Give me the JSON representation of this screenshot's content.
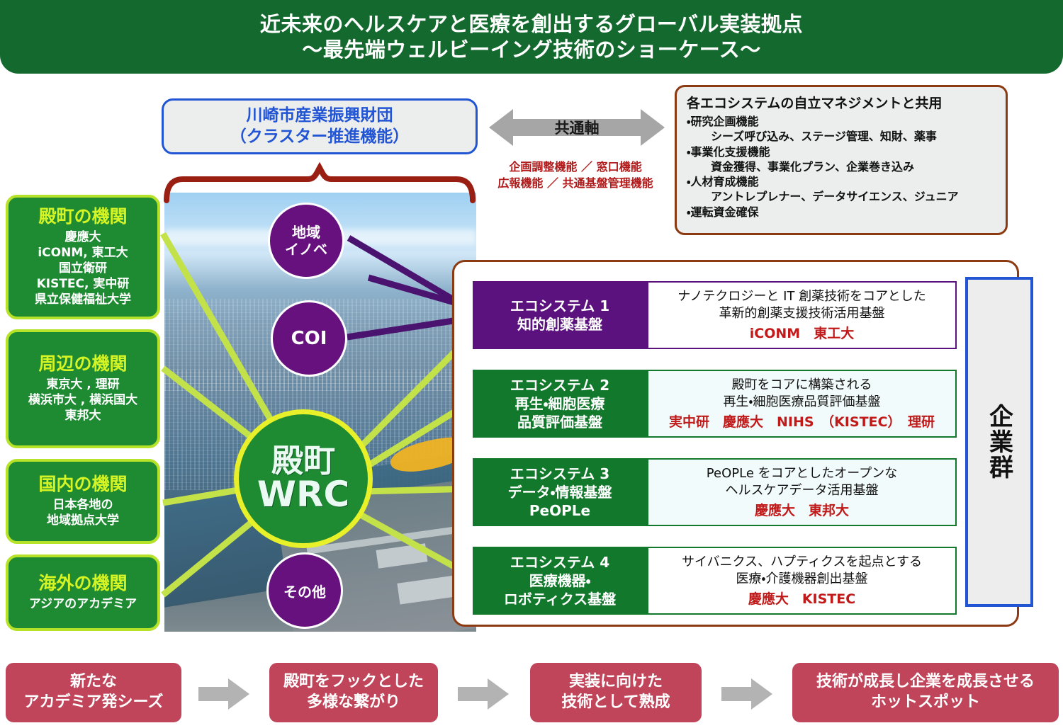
{
  "header": {
    "line1": "近未来のヘルスケアと医療を創出するグローバル実装拠点",
    "line2": "～最先端ウェルビーイング技術のショーケース～",
    "bg_color": "#14692f"
  },
  "kawasaki": {
    "line1": "川崎市産業振興財団",
    "line2": "（クラスター推進機能）",
    "border_color": "#2255d4",
    "text_color": "#2255d4"
  },
  "axis": {
    "label": "共通軸",
    "arrow_color": "#a6a6a6",
    "functions_line1": "企画調整機能 ／ 窓口機能",
    "functions_line2": "広報機能 ／ 共通基盤管理機能",
    "functions_color": "#b01a1a"
  },
  "management": {
    "title": "各エコシステムの自立マネジメントと共用",
    "items": [
      {
        "bullet": "・研究企画機能",
        "detail": "シーズ呼び込み、ステージ管理、知財、薬事"
      },
      {
        "bullet": "・事業化支援機能",
        "detail": "資金獲得、事業化プラン、企業巻き込み"
      },
      {
        "bullet": "・人材育成機能",
        "detail": "アントレプレナー、データサイエンス、ジュニア"
      },
      {
        "bullet": "・運転資金確保",
        "detail": ""
      }
    ],
    "border_color": "#8c3a12"
  },
  "organizations": [
    {
      "title": "殿町の機関",
      "body": "慶應大\niCONM, 東工大\n国立衛研\nKISTEC, 実中研\n県立保健福祉大学",
      "lines": [
        "慶應大",
        "iCONM, 東工大",
        "国立衛研",
        "KISTEC, 実中研",
        "県立保健福祉大学"
      ]
    },
    {
      "title": "周辺の機関",
      "lines": [
        "東京大 , 理研",
        "横浜市大 , 横浜国大",
        "東邦大"
      ]
    },
    {
      "title": "国内の機関",
      "lines": [
        "日本各地の",
        "地域拠点大学"
      ]
    },
    {
      "title": "海外の機関",
      "lines": [
        "アジアのアカデミア"
      ]
    }
  ],
  "circles": [
    {
      "name": "chiiki-inobe",
      "lines": [
        "地域",
        "イノベ"
      ],
      "color": "#66117e"
    },
    {
      "name": "coi",
      "lines": [
        "COI"
      ],
      "color": "#66117e"
    },
    {
      "name": "sonota",
      "lines": [
        "その他"
      ],
      "color": "#66117e"
    }
  ],
  "hub": {
    "line1": "殿町",
    "line2": "WRC",
    "fill_color": "#1e8b33",
    "ring_color": "#e8f02a"
  },
  "ecosystems": [
    {
      "tag_lines": [
        "エコシステム 1",
        "知的創薬基盤"
      ],
      "tag_color": "#5b127e",
      "desc_lines": [
        "ナノテクロジーと IT 創薬技術をコアとした",
        "革新的創薬支援技術活用基盤"
      ],
      "orgs": "iCONM　東工大"
    },
    {
      "tag_lines": [
        "エコシステム 2",
        "再生・細胞医療",
        "品質評価基盤"
      ],
      "tag_color": "#12792c",
      "desc_lines": [
        "殿町をコアに構築される",
        "再生・細胞医療品質評価基盤"
      ],
      "orgs": "実中研　慶應大　NIHS　（KISTEC）　理研"
    },
    {
      "tag_lines": [
        "エコシステム 3",
        "データ・情報基盤",
        "PeOPLe"
      ],
      "tag_color": "#12792c",
      "desc_lines": [
        "PeOPLe をコアとしたオープンな",
        "ヘルスケアデータ活用基盤"
      ],
      "orgs": "慶應大　東邦大"
    },
    {
      "tag_lines": [
        "エコシステム 4",
        "医療機器・",
        "ロボティクス基盤"
      ],
      "tag_color": "#12792c",
      "desc_lines": [
        "サイバニクス、ハプティクスを起点とする",
        "医療・介護機器創出基盤"
      ],
      "orgs": "慶應大　KISTEC"
    }
  ],
  "company_column": {
    "label": "企業群",
    "border_color": "#2255d4"
  },
  "flow": {
    "arrow_color": "#b3b3b3",
    "box_color": "#c1455a",
    "steps": [
      {
        "lines": [
          "新たな",
          "アカデミア発シーズ"
        ]
      },
      {
        "lines": [
          "殿町をフックとした",
          "多様な繋がり"
        ]
      },
      {
        "lines": [
          "実装に向けた",
          "技術として熟成"
        ]
      },
      {
        "lines": [
          "技術が成長し企業を成長させる",
          "ホットスポット"
        ]
      }
    ]
  }
}
